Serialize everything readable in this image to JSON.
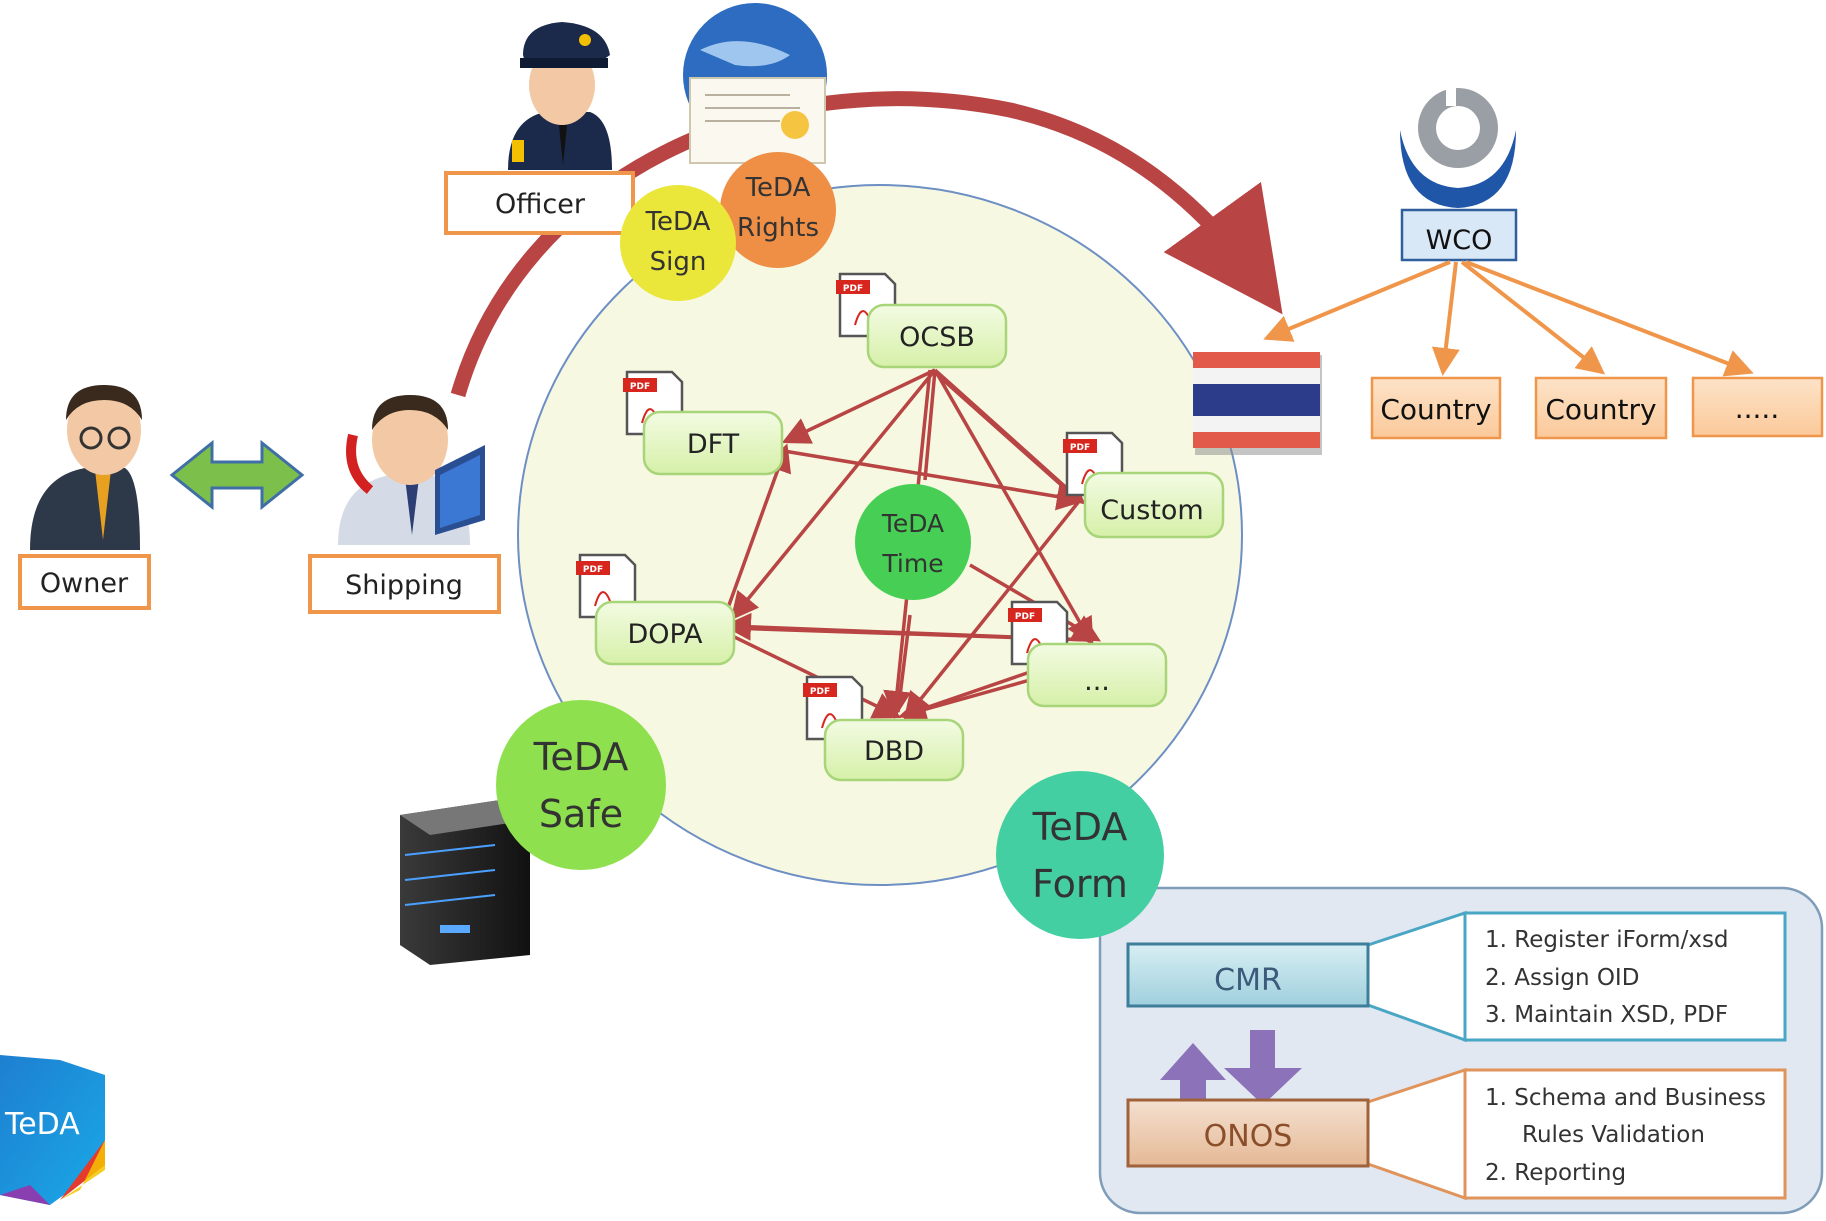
{
  "actors": {
    "owner": "Owner",
    "shipping": "Shipping",
    "officer": "Officer"
  },
  "services": {
    "sign": [
      "TeDA",
      "Sign"
    ],
    "rights": [
      "TeDA",
      "Rights"
    ],
    "time": [
      "TeDA",
      "Time"
    ],
    "safe": [
      "TeDA",
      "Safe"
    ],
    "form": [
      "TeDA",
      "Form"
    ]
  },
  "agencies": {
    "ocsb": "OCSB",
    "dft": "DFT",
    "custom": "Custom",
    "dopa": "DOPA",
    "dbd": "DBD",
    "more": "..."
  },
  "pdf_badge": "PDF",
  "wco": {
    "label": "WCO",
    "countries": [
      "Country",
      "Country",
      "....."
    ]
  },
  "cmr": {
    "label": "CMR",
    "items": [
      "1.  Register iForm/xsd",
      "2.  Assign OID",
      "3.  Maintain XSD, PDF"
    ]
  },
  "onos": {
    "label": "ONOS",
    "items": [
      "1.  Schema and Business",
      "Rules Validation",
      "2.  Reporting"
    ]
  },
  "logo": "TeDA",
  "colors": {
    "orange_border": "#f0964b",
    "red_arrow": "#b84444",
    "pill_fill": "#e6f7c6",
    "pill_border": "#a9d57a",
    "big_circle": "#f6f8e1",
    "purple_arrow": "#8c72b8"
  }
}
